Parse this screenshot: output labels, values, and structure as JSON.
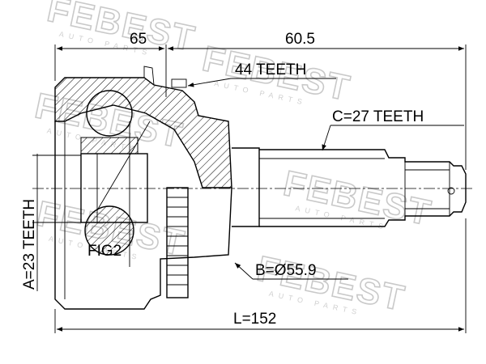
{
  "watermark": {
    "brand": "FEBEST",
    "sub": "AUTO PARTS"
  },
  "dimensions": {
    "d65": "65",
    "d60_5": "60.5",
    "total_length": "L=152"
  },
  "labels": {
    "teeth_44": "44 TEETH",
    "teeth_c": "C=27 TEETH",
    "teeth_a": "A=23 TEETH",
    "diameter_b": "B=Ø55.9",
    "fig2": "FIG2"
  },
  "colors": {
    "line": "#000000",
    "hatch": "#000000",
    "watermark": "#c9c9c9",
    "background": "#ffffff"
  }
}
